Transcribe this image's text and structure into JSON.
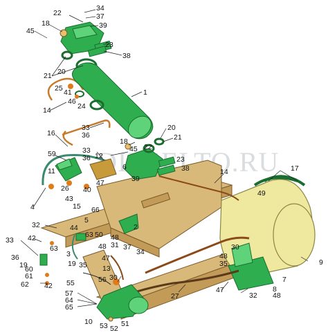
{
  "watermark": "DIESELTO.RU",
  "colors": {
    "cylinder": "#2fae4f",
    "frame": "#d9b97a",
    "tank": "#efe9a0",
    "hose_green": "#3a8a6e",
    "hose_brown": "#8a4a1a",
    "fitting_orange": "#e07a1a"
  },
  "callouts": [
    {
      "id": "c22a",
      "text": "22"
    },
    {
      "id": "c34",
      "text": "34"
    },
    {
      "id": "c37a",
      "text": "37"
    },
    {
      "id": "c18a",
      "text": "18"
    },
    {
      "id": "c39a",
      "text": "39"
    },
    {
      "id": "c45a",
      "text": "45"
    },
    {
      "id": "c23a",
      "text": "23"
    },
    {
      "id": "c38a",
      "text": "38"
    },
    {
      "id": "c21a",
      "text": "21"
    },
    {
      "id": "c20a",
      "text": "20"
    },
    {
      "id": "c25",
      "text": "25"
    },
    {
      "id": "c41",
      "text": "41"
    },
    {
      "id": "c46",
      "text": "46"
    },
    {
      "id": "c24",
      "text": "24"
    },
    {
      "id": "c1",
      "text": "1"
    },
    {
      "id": "c14a",
      "text": "14"
    },
    {
      "id": "c33a",
      "text": "33"
    },
    {
      "id": "c36a",
      "text": "36"
    },
    {
      "id": "c16",
      "text": "16"
    },
    {
      "id": "c20b",
      "text": "20"
    },
    {
      "id": "c21b",
      "text": "21"
    },
    {
      "id": "c18b",
      "text": "18"
    },
    {
      "id": "c45b",
      "text": "45"
    },
    {
      "id": "c22b",
      "text": "22"
    },
    {
      "id": "c59",
      "text": "59"
    },
    {
      "id": "c33b",
      "text": "33"
    },
    {
      "id": "c12",
      "text": "12"
    },
    {
      "id": "c36b",
      "text": "36"
    },
    {
      "id": "c23b",
      "text": "23"
    },
    {
      "id": "c38b",
      "text": "38"
    },
    {
      "id": "c14b",
      "text": "14"
    },
    {
      "id": "c17",
      "text": "17"
    },
    {
      "id": "c11",
      "text": "11"
    },
    {
      "id": "c6",
      "text": "6"
    },
    {
      "id": "c39b",
      "text": "39"
    },
    {
      "id": "c26",
      "text": "26"
    },
    {
      "id": "c43",
      "text": "43"
    },
    {
      "id": "c40",
      "text": "40"
    },
    {
      "id": "c47a",
      "text": "47"
    },
    {
      "id": "c49",
      "text": "49"
    },
    {
      "id": "c15",
      "text": "15"
    },
    {
      "id": "c4",
      "text": "4"
    },
    {
      "id": "c66",
      "text": "66"
    },
    {
      "id": "c5",
      "text": "5"
    },
    {
      "id": "c32a",
      "text": "32"
    },
    {
      "id": "c44",
      "text": "44"
    },
    {
      "id": "c63a",
      "text": "63"
    },
    {
      "id": "c50",
      "text": "50"
    },
    {
      "id": "c2",
      "text": "2"
    },
    {
      "id": "c42a",
      "text": "42"
    },
    {
      "id": "c48a",
      "text": "48"
    },
    {
      "id": "c31",
      "text": "31"
    },
    {
      "id": "c37b",
      "text": "37"
    },
    {
      "id": "c33c",
      "text": "33"
    },
    {
      "id": "c36c",
      "text": "36"
    },
    {
      "id": "c63b",
      "text": "63"
    },
    {
      "id": "c48b",
      "text": "48"
    },
    {
      "id": "c3",
      "text": "3"
    },
    {
      "id": "c19a",
      "text": "19"
    },
    {
      "id": "c34b",
      "text": "34"
    },
    {
      "id": "c30a",
      "text": "30"
    },
    {
      "id": "c9",
      "text": "9"
    },
    {
      "id": "c19b",
      "text": "19"
    },
    {
      "id": "c47b",
      "text": "47"
    },
    {
      "id": "c48c",
      "text": "48"
    },
    {
      "id": "c35a",
      "text": "35"
    },
    {
      "id": "c60",
      "text": "60"
    },
    {
      "id": "c61",
      "text": "61"
    },
    {
      "id": "c35b",
      "text": "35"
    },
    {
      "id": "c13",
      "text": "13"
    },
    {
      "id": "c7",
      "text": "7"
    },
    {
      "id": "c55",
      "text": "55"
    },
    {
      "id": "c62",
      "text": "62"
    },
    {
      "id": "c42b",
      "text": "42"
    },
    {
      "id": "c56",
      "text": "56"
    },
    {
      "id": "c30b",
      "text": "30"
    },
    {
      "id": "c57",
      "text": "57"
    },
    {
      "id": "c64",
      "text": "64"
    },
    {
      "id": "c65",
      "text": "65"
    },
    {
      "id": "c8",
      "text": "8"
    },
    {
      "id": "c27",
      "text": "27"
    },
    {
      "id": "c47c",
      "text": "47"
    },
    {
      "id": "c32b",
      "text": "32"
    },
    {
      "id": "c48d",
      "text": "48"
    },
    {
      "id": "c10",
      "text": "10"
    },
    {
      "id": "c53",
      "text": "53"
    },
    {
      "id": "c52",
      "text": "52"
    },
    {
      "id": "c51",
      "text": "51"
    }
  ]
}
